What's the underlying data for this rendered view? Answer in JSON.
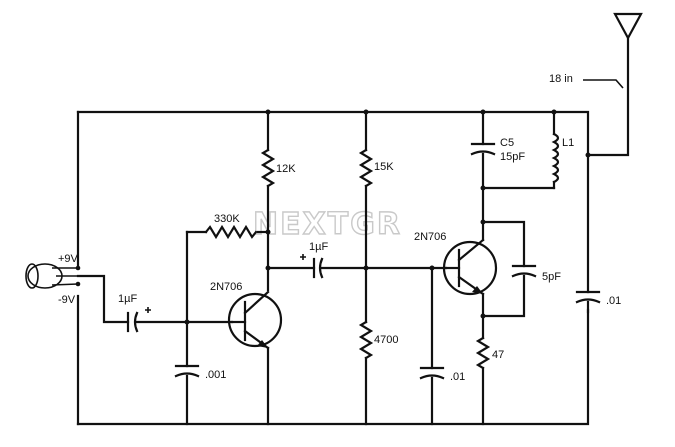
{
  "watermark": "NEXTGR",
  "labels": {
    "pos9v": "+9V",
    "neg9v": "-9V",
    "c_in": "1µF",
    "r330k": "330K",
    "r12k": "12K",
    "c001": ".001",
    "q1": "2N706",
    "c_couple": "1µF",
    "r15k": "15K",
    "r4700": "4700",
    "c01a": ".01",
    "q2": "2N706",
    "r47": "47",
    "c5pf": "5pF",
    "c5_name": "C5",
    "c5_val": "15pF",
    "l1": "L1",
    "c01b": ".01",
    "antenna": "18 in"
  }
}
